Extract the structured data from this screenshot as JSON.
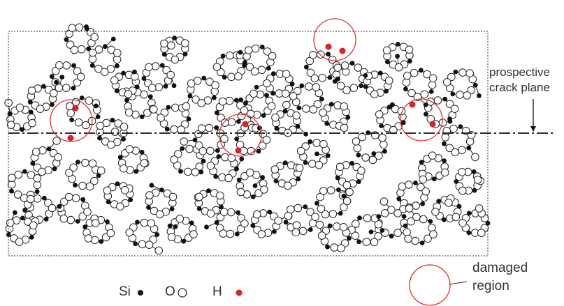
{
  "labels": {
    "crack_plane_line1": "prospective",
    "crack_plane_line2": "crack plane",
    "si": "Si",
    "o": "O",
    "h": "H",
    "damaged_line1": "damaged",
    "damaged_line2": "region"
  },
  "colors": {
    "silicon": "#111111",
    "oxygen": "#ffffff",
    "hydrogen": "#e02020",
    "damage_ring": "#e03030",
    "bond": "#222222"
  },
  "legend": [
    {
      "atom": "silicon",
      "marker": "filled-dot"
    },
    {
      "atom": "oxygen",
      "marker": "open-circle"
    },
    {
      "atom": "hydrogen",
      "marker": "red-dot"
    },
    {
      "atom": "damaged-region",
      "marker": "red-ring"
    }
  ],
  "damaged_region_count": 5,
  "hydrogen_atom_count": 9
}
